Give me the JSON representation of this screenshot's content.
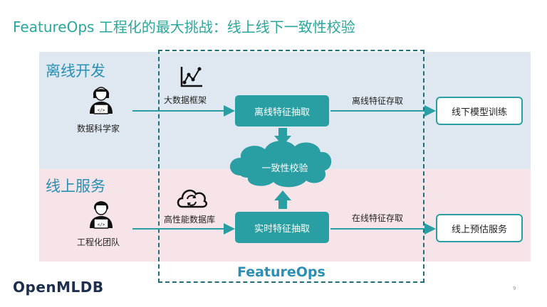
{
  "title": "FeatureOps 工程化的最大挑战：线上线下一致性校验",
  "sections": {
    "offline": "离线开发",
    "online": "线上服务"
  },
  "actors": {
    "data_scientist": "数据科学家",
    "engineering_team": "工程化团队"
  },
  "sources": {
    "big_data": "大数据框架",
    "hp_db": "高性能数据库"
  },
  "boxes": {
    "offline_extract": "离线特征抽取",
    "realtime_extract": "实时特征抽取",
    "consistency": "一致性校验",
    "offline_train": "线下模型训练",
    "online_predict": "线上预估服务"
  },
  "stores": {
    "offline_store": "离线特征存取",
    "online_store": "在线特征存取"
  },
  "featureops_label": "FeatureOps",
  "logo": "OpenMLDB",
  "page_number": "9",
  "colors": {
    "accent": "#2aa79b",
    "box": "#2a9fa3",
    "section": "#2a8fb5",
    "dashed": "#1d6e76",
    "band_top": "#dfe8f0",
    "band_bottom": "#f7e4e9"
  },
  "icons": [
    "person-laptop-icon",
    "chart-line-icon",
    "cloud-sync-icon",
    "cloud-icon"
  ]
}
